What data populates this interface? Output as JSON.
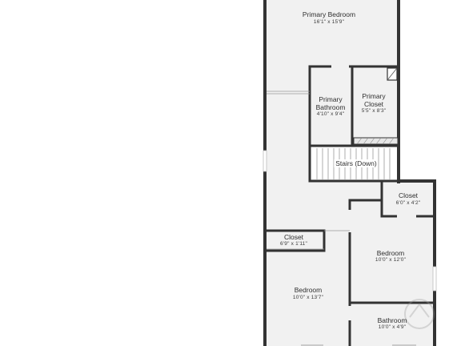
{
  "rooms": {
    "primary_bedroom": {
      "name": "Primary Bedroom",
      "dims": "16'1\" x 15'9\""
    },
    "primary_bathroom": {
      "name_line1": "Primary",
      "name_line2": "Bathroom",
      "dims": "4'10\" x 9'4\""
    },
    "primary_closet": {
      "name_line1": "Primary",
      "name_line2": "Closet",
      "dims": "5'5\" x 8'3\""
    },
    "stairs": {
      "name": "Stairs (Down)"
    },
    "closet_right": {
      "name": "Closet",
      "dims": "6'0\" x 4'2\""
    },
    "closet_left": {
      "name": "Closet",
      "dims": "6'9\" x 1'11\""
    },
    "bedroom_right": {
      "name": "Bedroom",
      "dims": "10'0\" x 12'0\""
    },
    "bedroom_left": {
      "name": "Bedroom",
      "dims": "10'0\" x 13'7\""
    },
    "bathroom": {
      "name": "Bathroom",
      "dims": "10'0\" x 4'9\""
    }
  },
  "colors": {
    "wall": "#333333",
    "floor": "#f1f1f1",
    "window": "#d9d9d9"
  }
}
